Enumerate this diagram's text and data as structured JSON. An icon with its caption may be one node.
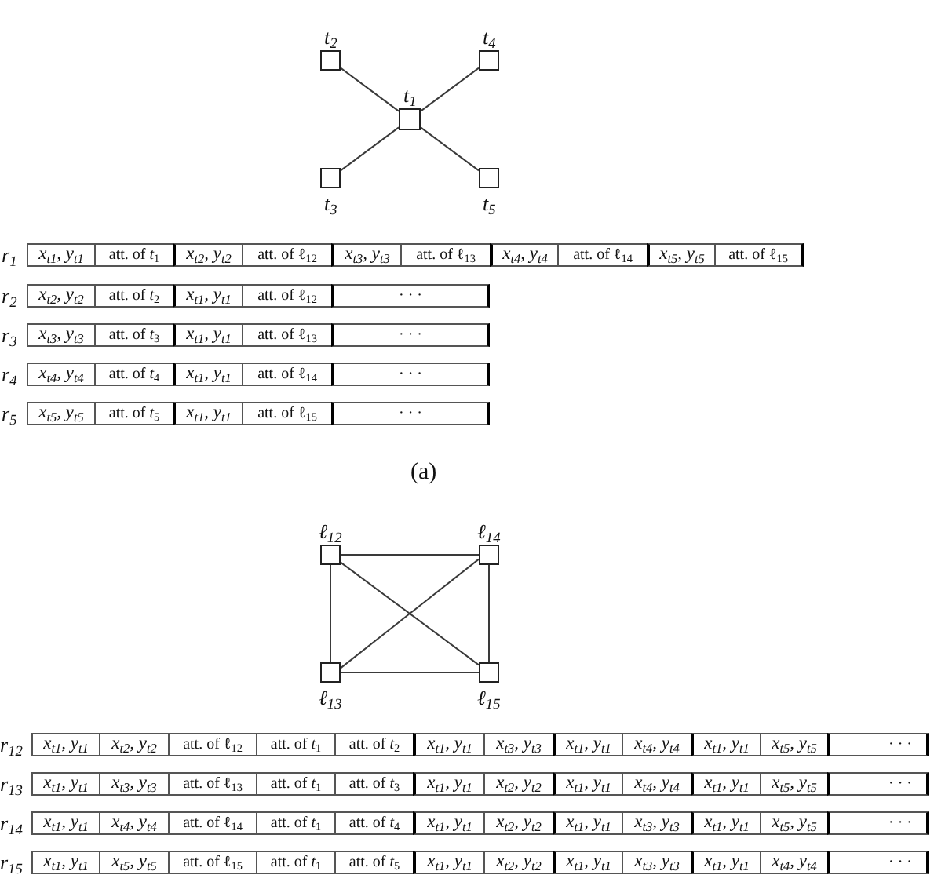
{
  "diagram": {
    "nodes": [
      {
        "text": [],
        "shape": "box",
        "beside": [
          "t$_{2}$"
        ]
      },
      {
        "text": [],
        "shape": "box",
        "beside": [
          "t$_{4}$"
        ]
      },
      {
        "text": [],
        "shape": "box",
        "beside": [
          "t$_{1}$"
        ]
      },
      {
        "text": [],
        "shape": "box",
        "beside": [
          "t$_{3}$"
        ]
      },
      {
        "text": [],
        "shape": "box",
        "beside": [
          "t$_{5}$"
        ]
      },
      {
        "text": [],
        "shape": "box",
        "beside": [
          "ℓ$_{12}$"
        ]
      },
      {
        "text": [],
        "shape": "box",
        "beside": [
          "ℓ$_{14}$"
        ]
      },
      {
        "text": [],
        "shape": "box",
        "beside": [
          "ℓ$_{13}$"
        ]
      },
      {
        "text": [],
        "shape": "box",
        "beside": [
          "ℓ$_{15}$"
        ]
      }
    ],
    "edges": [
      {
        "from": 2,
        "to": 0,
        "arrow": "none"
      },
      {
        "from": 2,
        "to": 1,
        "arrow": "none"
      },
      {
        "from": 2,
        "to": 3,
        "arrow": "none"
      },
      {
        "from": 2,
        "to": 4,
        "arrow": "none"
      },
      {
        "from": 5,
        "to": 6,
        "arrow": "none"
      },
      {
        "from": 5,
        "to": 7,
        "arrow": "none"
      },
      {
        "from": 5,
        "to": 8,
        "arrow": "none"
      },
      {
        "from": 6,
        "to": 7,
        "arrow": "none"
      },
      {
        "from": 6,
        "to": 8,
        "arrow": "none"
      },
      {
        "from": 7,
        "to": 8,
        "arrow": "none"
      }
    ],
    "labels": [
      "r$_{1}$",
      "x$_{t1}$, y$_{t1}$",
      "att. of *t*$_{1}$",
      "x$_{t2}$, y$_{t2}$",
      "att. of ℓ$_{12}$",
      "x$_{t3}$, y$_{t3}$",
      "att. of ℓ$_{13}$",
      "x$_{t4}$, y$_{t4}$",
      "att. of ℓ$_{14}$",
      "x$_{t5}$, y$_{t5}$",
      "att. of ℓ$_{15}$",
      "r$_{2}$",
      "x$_{t2}$, y$_{t2}$",
      "att. of *t*$_{2}$",
      "x$_{t1}$, y$_{t1}$",
      "att. of ℓ$_{12}$",
      "· · ·",
      "r$_{3}$",
      "x$_{t3}$, y$_{t3}$",
      "att. of *t*$_{3}$",
      "x$_{t1}$, y$_{t1}$",
      "att. of ℓ$_{13}$",
      "· · ·",
      "r$_{4}$",
      "x$_{t4}$, y$_{t4}$",
      "att. of *t*$_{4}$",
      "x$_{t1}$, y$_{t1}$",
      "att. of ℓ$_{14}$",
      "· · ·",
      "r$_{5}$",
      "x$_{t5}$, y$_{t5}$",
      "att. of *t*$_{5}$",
      "x$_{t1}$, y$_{t1}$",
      "att. of ℓ$_{15}$",
      "· · ·",
      "(a)",
      "r$_{12}$",
      "x$_{t1}$, y$_{t1}$",
      "x$_{t2}$, y$_{t2}$",
      "att. of ℓ$_{12}$",
      "att. of *t*$_{1}$",
      "att. of *t*$_{2}$",
      "x$_{t1}$, y$_{t1}$",
      "x$_{t3}$, y$_{t3}$",
      "x$_{t1}$, y$_{t1}$",
      "x$_{t4}$, y$_{t4}$",
      "x$_{t1}$, y$_{t1}$",
      "x$_{t5}$, y$_{t5}$",
      "· · ·",
      "r$_{13}$",
      "x$_{t1}$, y$_{t1}$",
      "x$_{t3}$, y$_{t3}$",
      "att. of ℓ$_{13}$",
      "att. of *t*$_{1}$",
      "att. of *t*$_{3}$",
      "x$_{t1}$, y$_{t1}$",
      "x$_{t2}$, y$_{t2}$",
      "x$_{t1}$, y$_{t1}$",
      "x$_{t4}$, y$_{t4}$",
      "x$_{t1}$, y$_{t1}$",
      "x$_{t5}$, y$_{t5}$",
      "· · ·",
      "r$_{14}$",
      "x$_{t1}$, y$_{t1}$",
      "x$_{t4}$, y$_{t4}$",
      "att. of ℓ$_{14}$",
      "att. of *t*$_{1}$",
      "att. of *t*$_{4}$",
      "x$_{t1}$, y$_{t1}$",
      "x$_{t2}$, y$_{t2}$",
      "x$_{t1}$, y$_{t1}$",
      "x$_{t3}$, y$_{t3}$",
      "x$_{t1}$, y$_{t1}$",
      "x$_{t5}$, y$_{t5}$",
      "· · ·",
      "r$_{15}$",
      "x$_{t1}$, y$_{t1}$",
      "x$_{t5}$, y$_{t5}$",
      "att. of ℓ$_{15}$",
      "att. of *t*$_{1}$",
      "att. of *t*$_{5}$",
      "x$_{t1}$, y$_{t1}$",
      "x$_{t2}$, y$_{t2}$",
      "x$_{t1}$, y$_{t1}$",
      "x$_{t3}$, y$_{t3}$",
      "x$_{t1}$, y$_{t1}$",
      "x$_{t4}$, y$_{t4}$",
      "· · ·"
    ]
  }
}
